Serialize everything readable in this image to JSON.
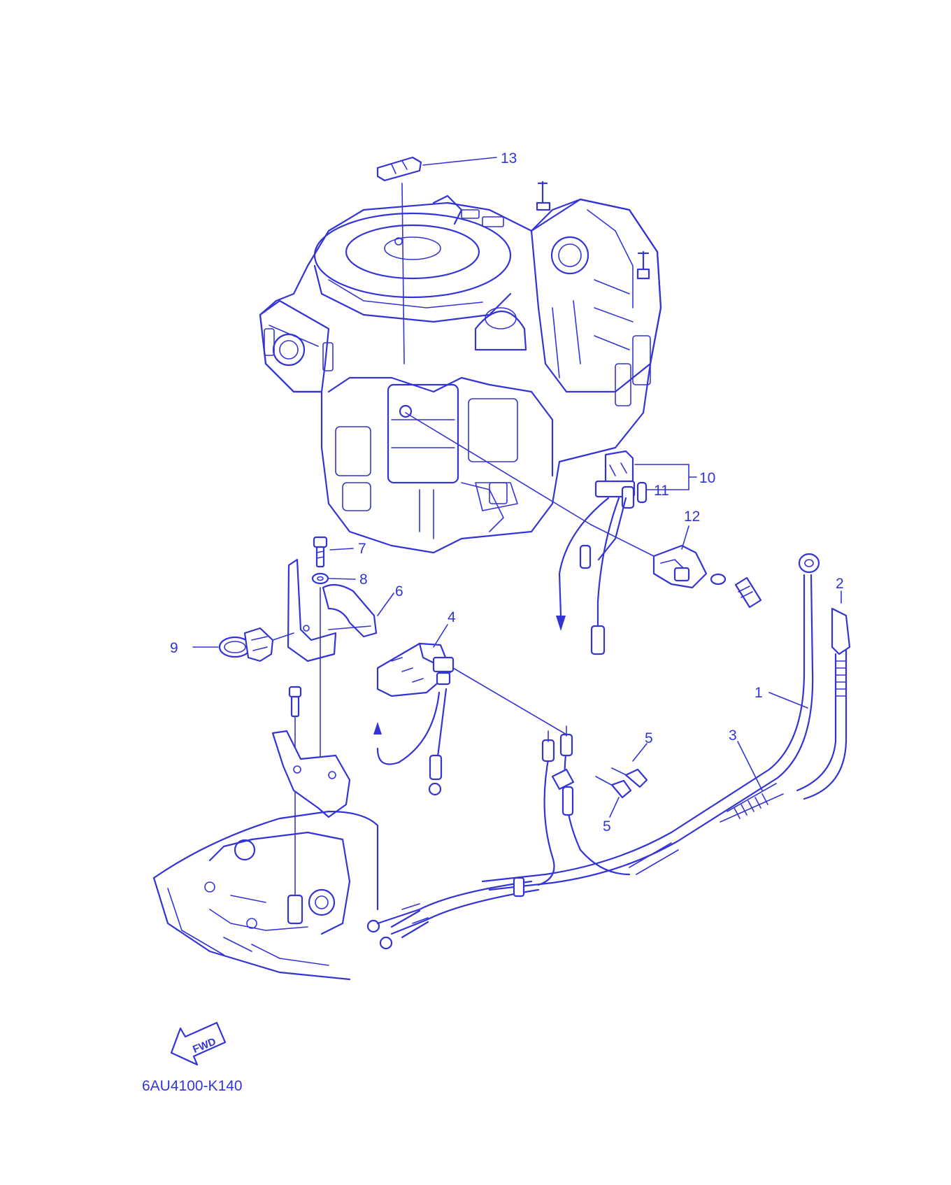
{
  "diagram": {
    "drawing_code": "6AU4100-K140",
    "fwd_label": "FWD",
    "line_color": "#3434d6",
    "callouts": {
      "c1": "1",
      "c2": "2",
      "c3": "3",
      "c4": "4",
      "c5a": "5",
      "c5b": "5",
      "c6": "6",
      "c7": "7",
      "c8": "8",
      "c9": "9",
      "c10": "10",
      "c11": "11",
      "c12": "12",
      "c13": "13"
    }
  }
}
